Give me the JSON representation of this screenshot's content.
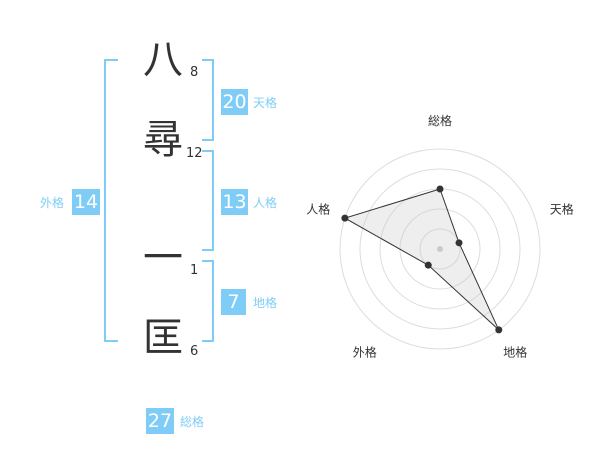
{
  "name": {
    "chars": [
      {
        "char": "八",
        "strokes": "8"
      },
      {
        "char": "尋",
        "strokes": "12"
      },
      {
        "char": "一",
        "strokes": "1"
      },
      {
        "char": "匡",
        "strokes": "6"
      }
    ]
  },
  "fortune": {
    "tenkaku": {
      "label": "天格",
      "value": "20"
    },
    "jinkaku": {
      "label": "人格",
      "value": "13"
    },
    "chikaku": {
      "label": "地格",
      "value": "7"
    },
    "gaikaku": {
      "label": "外格",
      "value": "14"
    },
    "soukaku": {
      "label": "総格",
      "value": "27"
    }
  },
  "colors": {
    "accent": "#7fcdf7",
    "text": "#333333",
    "grid": "#dddddd"
  },
  "chart_data": {
    "type": "radar",
    "axes": [
      "総格",
      "天格",
      "地格",
      "外格",
      "人格"
    ],
    "values": [
      3,
      1,
      5,
      1,
      5
    ],
    "rmax": 5,
    "rings": 5
  }
}
